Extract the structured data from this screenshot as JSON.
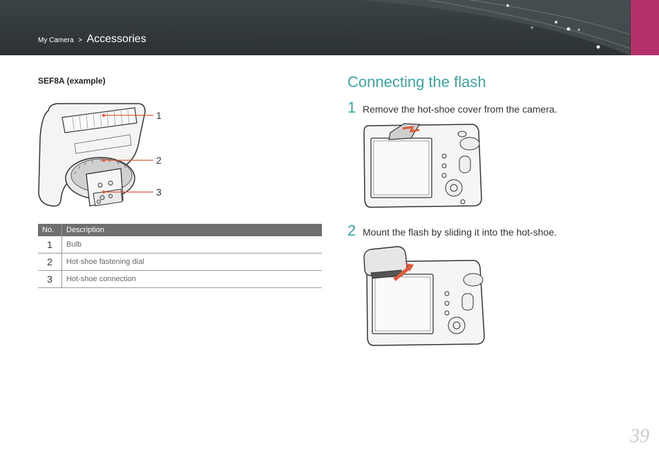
{
  "header": {
    "breadcrumb_parent": "My Camera",
    "breadcrumb_sep": ">",
    "breadcrumb_current": "Accessories",
    "accent_color": "#b5316a"
  },
  "left": {
    "subtitle": "SEF8A (example)",
    "callouts": [
      "1",
      "2",
      "3"
    ],
    "table": {
      "headers": [
        "No.",
        "Description"
      ],
      "rows": [
        {
          "no": "1",
          "desc": "Bulb"
        },
        {
          "no": "2",
          "desc": "Hot-shoe fastening dial"
        },
        {
          "no": "3",
          "desc": "Hot-shoe connection"
        }
      ]
    }
  },
  "right": {
    "title": "Connecting the flash",
    "title_color": "#3aa6a4",
    "steps": [
      {
        "num": "1",
        "text": "Remove the hot-shoe cover from the camera."
      },
      {
        "num": "2",
        "text": "Mount the flash by sliding it into the hot-shoe."
      }
    ]
  },
  "page_number": "39"
}
